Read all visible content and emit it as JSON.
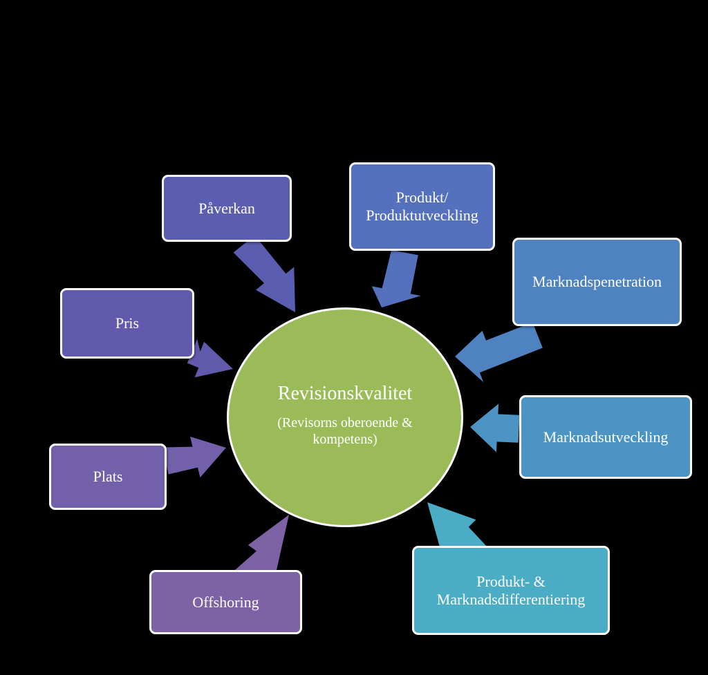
{
  "diagram": {
    "center": {
      "title": "Revisionskvalitet",
      "subtitle": "(Revisorns oberoende & kompetens)",
      "color": "#9bbb59"
    },
    "nodes": {
      "paverkan": {
        "label": "Påverkan",
        "color": "#5b5eb0"
      },
      "produkt": {
        "label": "Produkt/\nProduktutveckling",
        "color": "#5570bc"
      },
      "pris": {
        "label": "Pris",
        "color": "#6159ab"
      },
      "penetration": {
        "label": "Marknadspenetration",
        "color": "#4f82c0"
      },
      "plats": {
        "label": "Plats",
        "color": "#7360aa"
      },
      "utveckling": {
        "label": "Marknadsutveckling",
        "color": "#4b94c4"
      },
      "offshoring": {
        "label": "Offshoring",
        "color": "#7d63a6"
      },
      "differentiering": {
        "label": "Produkt- &\nMarknadsdifferentiering",
        "color": "#4bacc6"
      }
    }
  }
}
